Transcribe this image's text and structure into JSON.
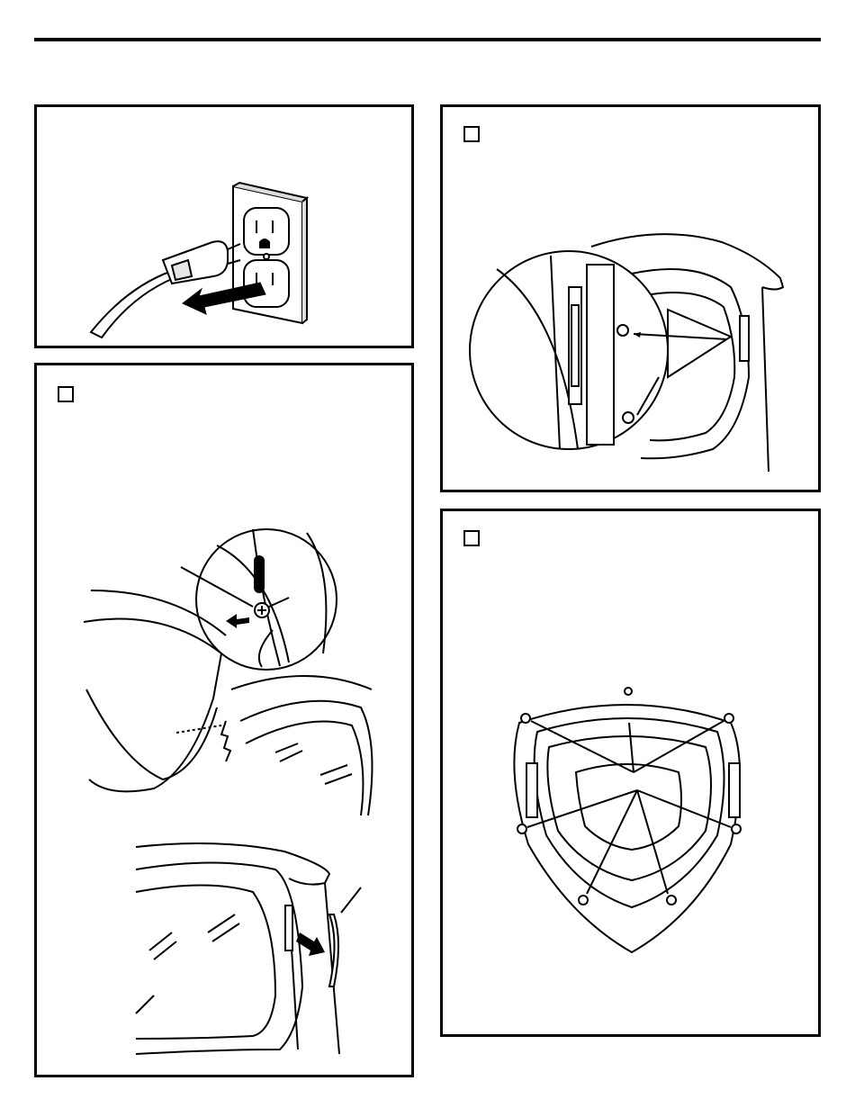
{
  "page": {
    "title_rule": "",
    "panels": [
      {
        "id": "unplug",
        "has_checkbox": false
      },
      {
        "id": "door-removal",
        "has_checkbox": true
      },
      {
        "id": "hinge-screws",
        "has_checkbox": true
      },
      {
        "id": "door-frame-screws",
        "has_checkbox": true
      }
    ]
  },
  "icons": {
    "plug": "power-plug-illustration",
    "outlet": "wall-outlet-illustration",
    "screw": "screw-illustration",
    "arrow": "direction-arrow"
  },
  "colors": {
    "ink": "#000000",
    "paper": "#ffffff",
    "shade": "#d8d8d8"
  }
}
